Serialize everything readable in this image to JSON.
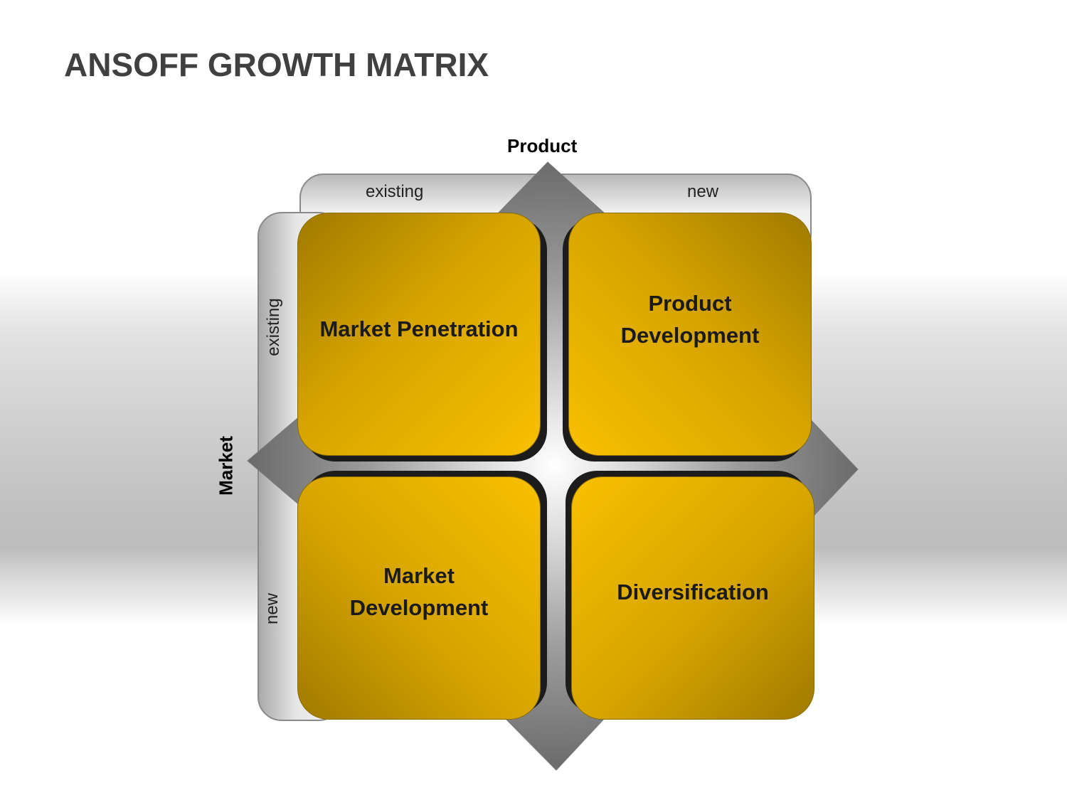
{
  "title": "ANSOFF GROWTH MATRIX",
  "axes": {
    "product": {
      "title": "Product",
      "existing_label": "existing",
      "new_label": "new"
    },
    "market": {
      "title": "Market",
      "existing_label": "existing",
      "new_label": "new"
    }
  },
  "quadrants": {
    "top_left": "Market Penetration",
    "top_right": "Product Development",
    "bottom_left": "Market Development",
    "bottom_right": "Diversification"
  },
  "colors": {
    "quadrant_fill": "#f8c000",
    "quadrant_fill_dark": "#a07a00",
    "title_text": "#404040",
    "band_border": "#8a8a8a"
  }
}
